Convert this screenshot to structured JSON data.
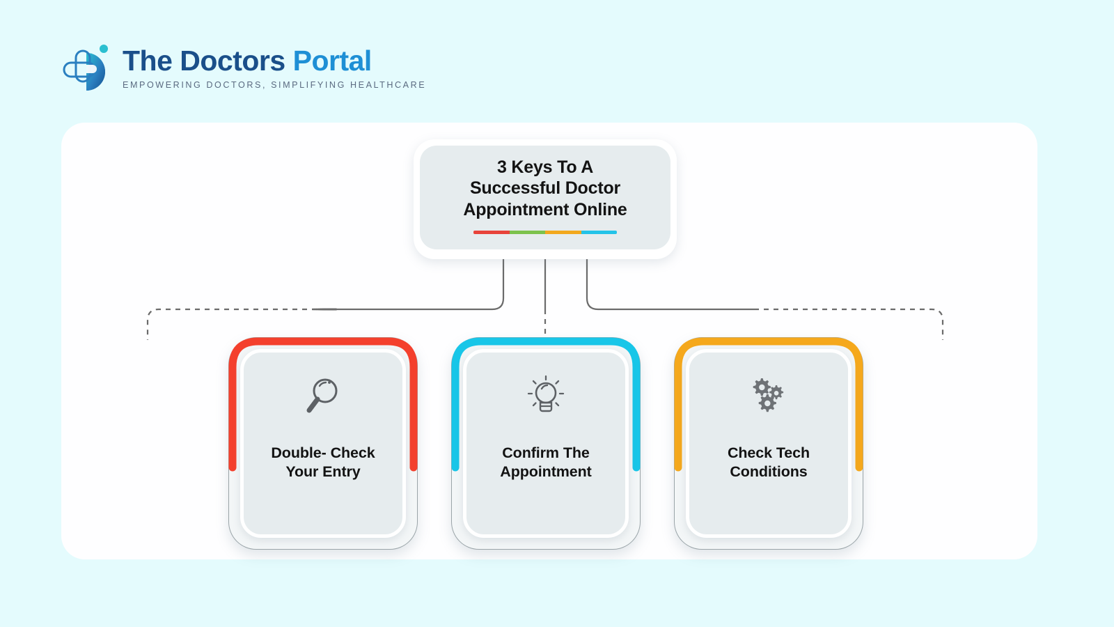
{
  "brand": {
    "logo_icon": "medical-cross-circle-logo",
    "name_part1": "The Doctors",
    "name_part2": "Portal",
    "tagline": "EMPOWERING DOCTORS, SIMPLIFYING HEALTHCARE",
    "color_dark": "#1a4f8a",
    "color_light": "#1e8fd5"
  },
  "page": {
    "background_color": "#e4fbfd",
    "panel_color": "#fefeff"
  },
  "title_card": {
    "line1": "3 Keys To A",
    "line2": "Successful Doctor",
    "line3": "Appointment Online",
    "full_title": "3 Keys To A Successful Doctor Appointment Online",
    "divider_colors": [
      "#e8433a",
      "#7cc24c",
      "#f2a81d",
      "#24c3e8"
    ]
  },
  "connectors": {
    "line_color": "#6b6b6b",
    "solid_style": "solid",
    "dashed_style": "dashed"
  },
  "steps": [
    {
      "index": "1",
      "label_line1": "Double- Check",
      "label_line2": "Your Entry",
      "label": "Double- Check Your Entry",
      "icon": "magnifier-icon",
      "accent_color": "#f4402d"
    },
    {
      "index": "2",
      "label_line1": "Confirm The",
      "label_line2": "Appointment",
      "label": "Confirm The Appointment",
      "icon": "lightbulb-icon",
      "accent_color": "#18c6e8"
    },
    {
      "index": "3",
      "label_line1": "Check Tech",
      "label_line2": "Conditions",
      "label": "Check Tech Conditions",
      "icon": "gears-icon",
      "accent_color": "#f5a81c"
    }
  ]
}
